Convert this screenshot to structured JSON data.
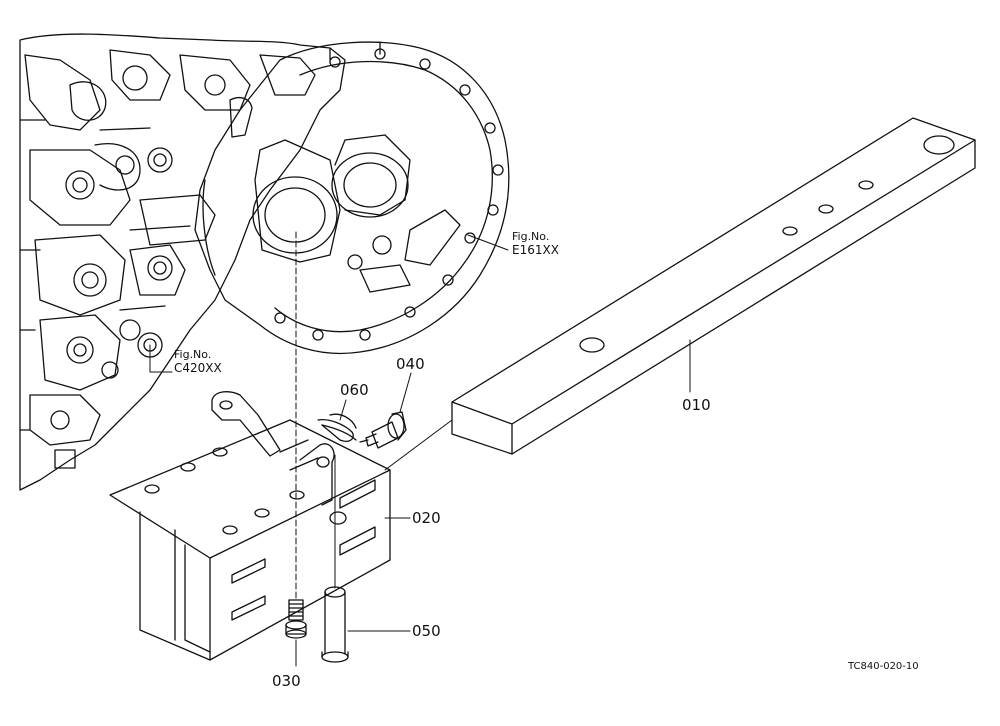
{
  "part_labels": {
    "p010": "010",
    "p020": "020",
    "p030": "030",
    "p040": "040",
    "p050": "050",
    "p060": "060"
  },
  "fig_refs": {
    "e161": {
      "prefix": "Fig.No.",
      "code": "E161XX"
    },
    "c420": {
      "prefix": "Fig.No.",
      "code": "C420XX"
    }
  },
  "drawing_code": "TC840-020-10",
  "colors": {
    "line": "#111111",
    "background": "#ffffff"
  }
}
